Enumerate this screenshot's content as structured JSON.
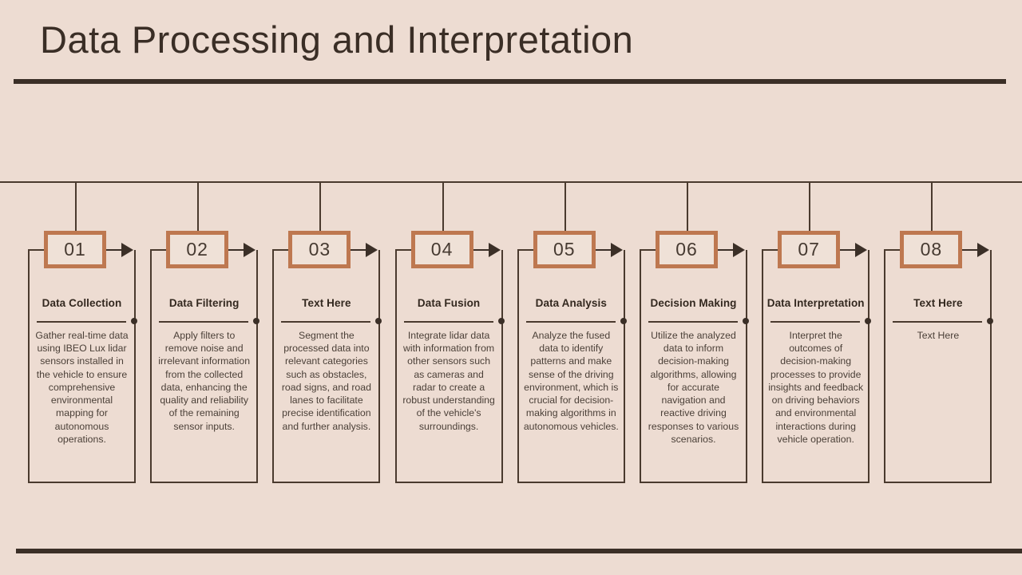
{
  "slide": {
    "title": "Data Processing and Interpretation",
    "background_color": "#EDDCD2",
    "rule_color": "#3B2F27",
    "accent_color": "#BE7850",
    "line_color": "#4A3A2E",
    "text_color": "#33281F"
  },
  "steps": [
    {
      "number": "01",
      "title": "Data Collection",
      "body": "Gather real-time data using IBEO Lux lidar sensors installed in the vehicle to ensure comprehensive environmental mapping for autonomous operations."
    },
    {
      "number": "02",
      "title": "Data Filtering",
      "body": "Apply filters to remove noise and irrelevant information from the collected data, enhancing the quality and reliability of the remaining sensor inputs."
    },
    {
      "number": "03",
      "title": "Text Here",
      "body": "Segment the processed data into relevant categories such as obstacles, road signs, and road lanes to facilitate precise identification and further analysis."
    },
    {
      "number": "04",
      "title": "Data Fusion",
      "body": "Integrate lidar data with information from other sensors such as cameras and radar to create a robust understanding of the vehicle's surroundings."
    },
    {
      "number": "05",
      "title": "Data Analysis",
      "body": "Analyze the fused data to identify patterns and make sense of the driving environment, which is crucial for decision-making algorithms in autonomous vehicles."
    },
    {
      "number": "06",
      "title": "Decision Making",
      "body": "Utilize the analyzed data to inform decision-making algorithms, allowing for accurate navigation and reactive driving responses to various scenarios."
    },
    {
      "number": "07",
      "title": "Data Interpretation",
      "body": "Interpret the outcomes of decision-making processes to provide insights and feedback on driving behaviors and environmental interactions during vehicle operation."
    },
    {
      "number": "08",
      "title": "Text Here",
      "body": "Text Here"
    }
  ]
}
